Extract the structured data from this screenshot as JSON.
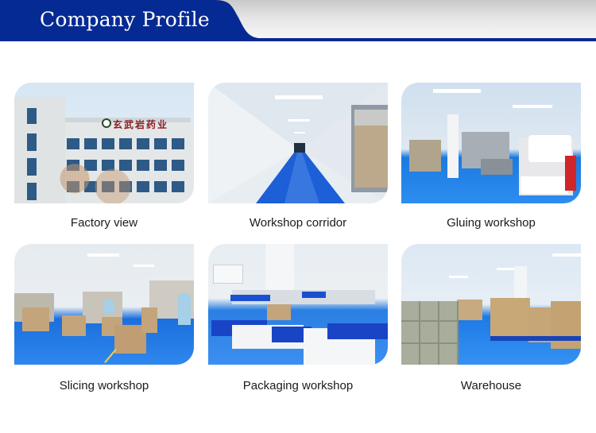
{
  "header": {
    "title": "Company Profile",
    "colors": {
      "brand_blue": "#052a93",
      "gradient_top": "#c9c9c9",
      "gradient_bottom": "#f8f8f8"
    }
  },
  "gallery": {
    "items": [
      {
        "label": "Factory view",
        "scene": "factory-building"
      },
      {
        "label": "Workshop corridor",
        "scene": "cleanroom-corridor"
      },
      {
        "label": "Gluing workshop",
        "scene": "gluing-machines"
      },
      {
        "label": "Slicing workshop",
        "scene": "slicing-machines-workers"
      },
      {
        "label": "Packaging workshop",
        "scene": "packaging-crates"
      },
      {
        "label": "Warehouse",
        "scene": "warehouse-boxes"
      }
    ],
    "factory_sign": "玄武岩药业"
  }
}
